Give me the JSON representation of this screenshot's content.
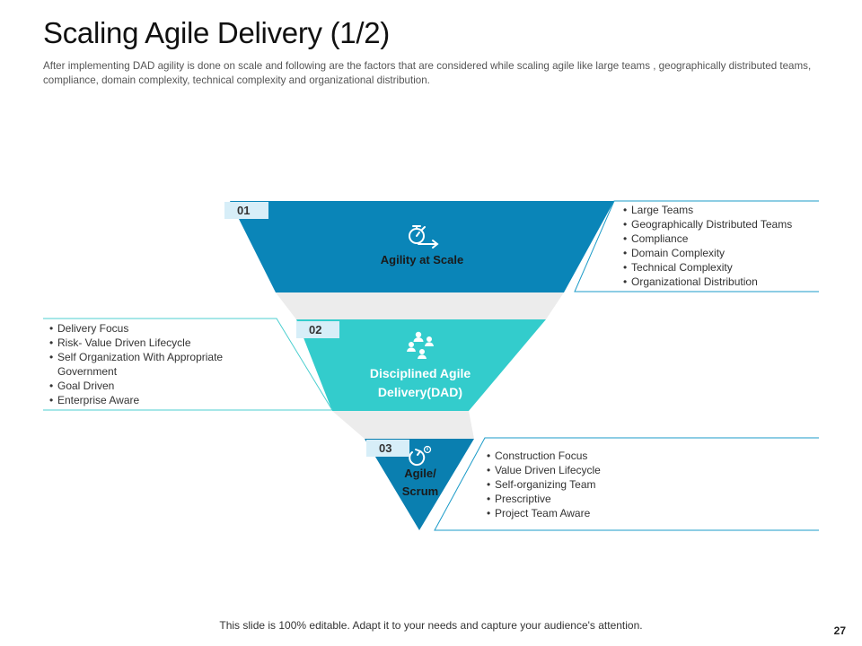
{
  "title": "Scaling Agile Delivery (1/2)",
  "subtitle": "After implementing DAD agility is done on scale and following are the factors that are considered while scaling agile like large teams , geographically distributed teams, compliance, domain complexity, technical complexity and organizational distribution.",
  "colors": {
    "stage1": "#0a85b8",
    "stage2": "#33cccc",
    "stage3": "#0a7fb0",
    "connector": "#ececec",
    "badge": "#d7eef8"
  },
  "stages": [
    {
      "number": "01",
      "label": "Agility at Scale",
      "icon": "stopwatch-arrow-icon",
      "bullets": [
        "Large Teams",
        "Geographically Distributed Teams",
        "Compliance",
        "Domain Complexity",
        "Technical Complexity",
        "Organizational Distribution"
      ]
    },
    {
      "number": "02",
      "label": "Disciplined Agile Delivery(DAD)",
      "icon": "team-network-icon",
      "bullets": [
        "Delivery Focus",
        "Risk- Value Driven Lifecycle",
        "Self Organization With Appropriate Government",
        "Goal Driven",
        "Enterprise Aware"
      ]
    },
    {
      "number": "03",
      "label": "Agile/ Scrum",
      "icon": "sprint-cycle-icon",
      "bullets": [
        "Construction Focus",
        "Value Driven Lifecycle",
        "Self-organizing Team",
        "Prescriptive",
        "Project Team Aware"
      ]
    }
  ],
  "footer": "This slide is 100% editable. Adapt it to your needs and capture your audience's attention.",
  "page_number": "27"
}
